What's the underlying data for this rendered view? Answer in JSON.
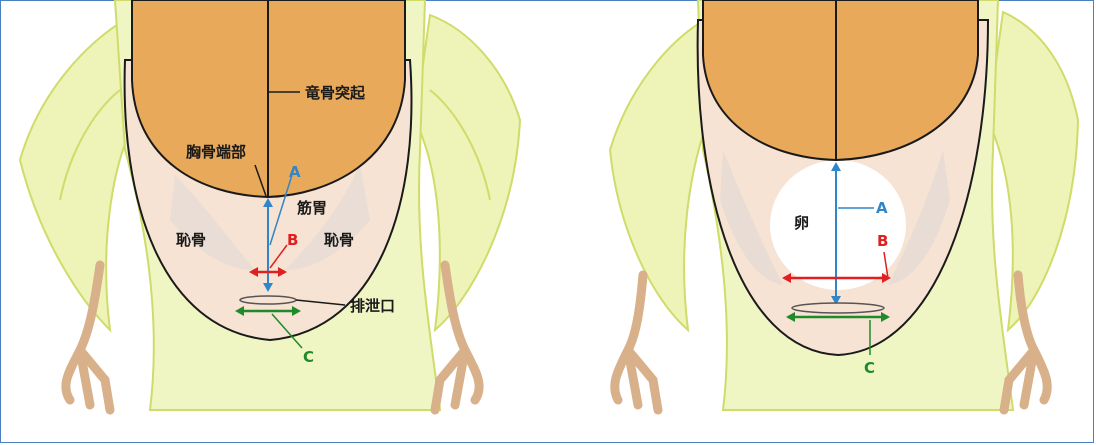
{
  "colors": {
    "feather": "#eef3b8",
    "feather_shadow": "#cfdc6a",
    "skin": "#f6e3d3",
    "keel": "#e9a95a",
    "keel_dark": "#c98032",
    "leg": "#d8b08a",
    "egg": "#ffffff",
    "label_a": "#2f86c8",
    "label_b": "#e02020",
    "label_c": "#1f8a2a",
    "outline": "#1a1a1a"
  },
  "left_panel": {
    "labels": {
      "keel_process": "竜骨突起",
      "sternum_end": "胸骨端部",
      "gizzard": "筋胃",
      "pubis_left": "恥骨",
      "pubis_right": "恥骨",
      "vent": "排泄口",
      "a": "A",
      "b": "B",
      "c": "C"
    }
  },
  "right_panel": {
    "labels": {
      "egg": "卵",
      "a": "A",
      "b": "B",
      "c": "C"
    }
  }
}
